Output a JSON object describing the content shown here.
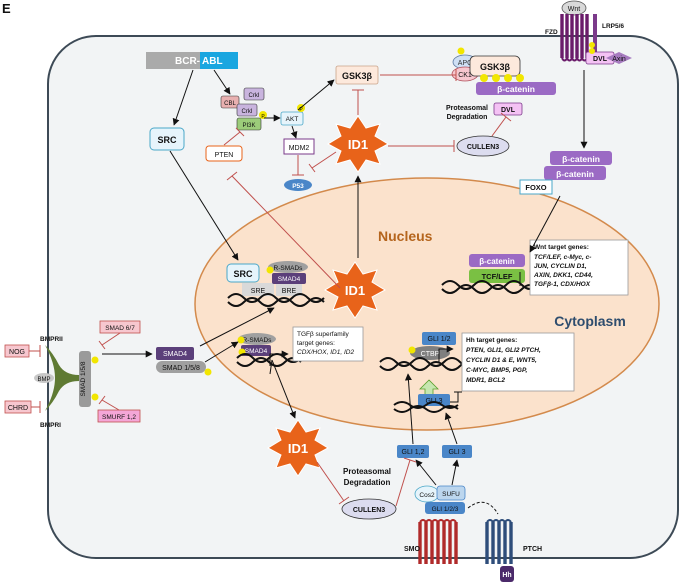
{
  "panel_letter": "E",
  "labels": {
    "nucleus": "Nucleus",
    "cytoplasm": "Cytoplasm",
    "wnt": "Wnt",
    "fzd": "FZD",
    "lrp": "LRP5/6",
    "dvl": "DVL",
    "axin": "Axin",
    "apc": "APC",
    "ck1": "CK1",
    "gsk_complex": "GSK3β",
    "beta_catenin": "β-catenin",
    "proteasomal": "Proteasomal",
    "degradation": "Degradation",
    "dvl_box": "DVL",
    "cullen3": "CULLEN3",
    "foxo": "FOXO",
    "bcr": "BCR-",
    "abl": "ABL",
    "cbl": "CBL",
    "crkl": "CrkI",
    "pi3k": "PI3K",
    "akt": "AKT",
    "gsk3b": "GSK3β",
    "mdm2": "MDM2",
    "p53": "P53",
    "pten": "PTEN",
    "src": "SRC",
    "id1": "ID1",
    "src_nuc": "SRC",
    "sre": "SRE",
    "rsmads": "R-SMADs",
    "smad4": "SMAD4",
    "bre": "BRE",
    "p": "P",
    "tcf_lef": "TCF/LEF",
    "smad67": "SMAD 6/7",
    "smurf": "SMURF 1,2",
    "smad158": "SMAD 1/5/8",
    "smad158_v": "SMAD 1/5/8",
    "nog": "NOG",
    "chrd": "CHRD",
    "bmprii": "BMPRII",
    "bmpri": "BMPRI",
    "bmp": "BMP",
    "gli12_nuc": "GLI 1/2",
    "ctbp": "CTBP",
    "gli3_nuc": "GLI 3",
    "gli12": "GLI 1,2",
    "gli3": "GLI 3",
    "cos2": "Cos2",
    "sufu": "SUFU",
    "gli123": "GLI 1/2/3",
    "smo": "SMO",
    "ptch": "PTCH",
    "hh": "Hh"
  },
  "wnt_targets": {
    "title": "Wnt target genes:",
    "lines": [
      "TCF/LEF, c-Myc, c-",
      "JUN, CYCLIN D1,",
      "AXIN, DKK1, CD44,",
      "TGFβ-1, CDX/HOX"
    ]
  },
  "tgf_targets": {
    "title": [
      "TGFβ superfamily",
      "target genes:"
    ],
    "lines": [
      "CDX/HOX, ID1, ID2"
    ]
  },
  "hh_targets": {
    "title": "Hh target genes:",
    "lines": [
      "PTEN, GLI1, GLI2 PTCH,",
      "CYCLIN D1 & E, WNT5,",
      "C-MYC, BMP5, PGP,",
      "MDR1, BCL2"
    ]
  },
  "colors": {
    "cell_bg": "#f2f4f5",
    "nucleus_bg": "#fbe2cc",
    "nucleus_stroke": "#d38a4c",
    "beta_catenin": "#9b6ac4",
    "id1": "#e8631a",
    "inhibit": "#c0504d",
    "gli": "#4a86c8",
    "smad4": "#5b3f7a",
    "smad158": "#8e8e8e",
    "phos": "#f2e600"
  }
}
